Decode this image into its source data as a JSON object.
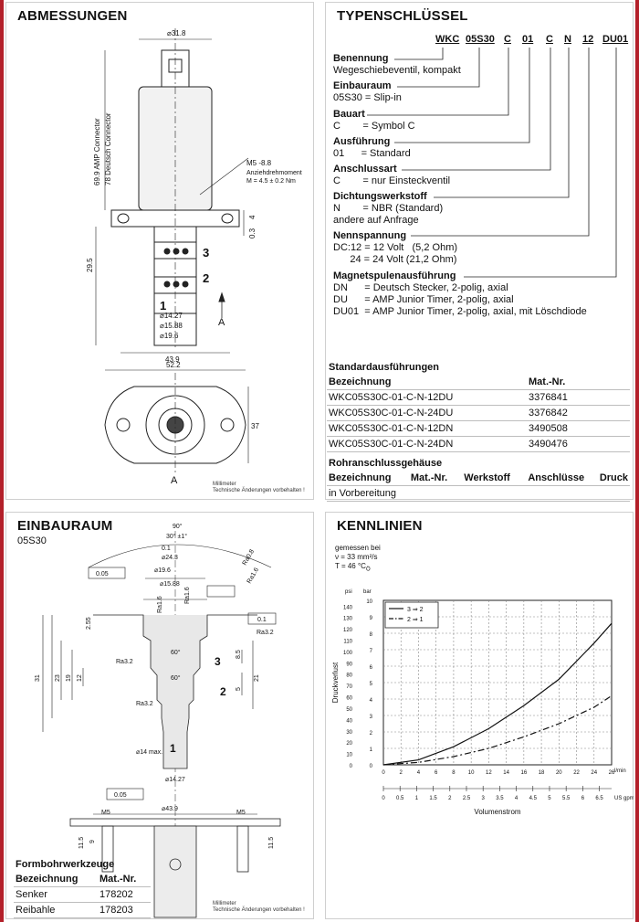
{
  "titles": {
    "abmessungen": "ABMESSUNGEN",
    "typenschluessel": "TYPENSCHLÜSSEL",
    "einbauraum": "EINBAURAUM",
    "einbauraum_sub": "05S30",
    "kennlinien": "KENNLINIEN"
  },
  "dim": {
    "d318": "⌀31.8",
    "amp": "69.9 AMP Connector",
    "deutsch": "78 Deutsch Connector",
    "m5": "M5 -8.8",
    "anzieh": "Anziehdrehmoment",
    "moment": "M = 4.5 ± 0.2 Nm",
    "d03": "0.3",
    "d4": "4",
    "d295": "29.5",
    "p3": "3",
    "p2": "2",
    "p1": "1",
    "d1427": "⌀14.27",
    "d1588": "⌀15.88",
    "d196": "⌀19.6",
    "d439": "43.9",
    "arrowA": "A",
    "d522": "52.2",
    "d37": "37",
    "viewA": "A",
    "note1": "Millimeter",
    "note2": "Technische Änderungen vorbehalten !"
  },
  "typekey": {
    "codes": [
      "WKC",
      "05S30",
      "C",
      "01",
      "C",
      "N",
      "12",
      "DU01"
    ],
    "benennung_h": "Benennung",
    "benennung_v": "Wegeschiebeventil, kompakt",
    "einbauraum_h": "Einbauraum",
    "einbauraum_v": "05S30 = Slip-in",
    "bauart_h": "Bauart",
    "bauart_v": "C        = Symbol C",
    "ausfuehrung_h": "Ausführung",
    "ausfuehrung_v": "01      = Standard",
    "anschlussart_h": "Anschlussart",
    "anschlussart_v": "C        = nur Einsteckventil",
    "dichtung_h": "Dichtungswerkstoff",
    "dichtung_v1": "N        = NBR (Standard)",
    "dichtung_v2": "andere auf Anfrage",
    "nenn_h": "Nennspannung",
    "nenn_v1": "DC:12 = 12 Volt   (5,2 Ohm)",
    "nenn_v2": "      24 = 24 Volt (21,2 Ohm)",
    "magnet_h": "Magnetspulenausführung",
    "magnet_v1": "DN      = Deutsch Stecker, 2-polig, axial",
    "magnet_v2": "DU      = AMP Junior Timer, 2-polig, axial",
    "magnet_v3": "DU01  = AMP Junior Timer, 2-polig, axial, mit Löschdiode"
  },
  "standard": {
    "caption": "Standardausführungen",
    "headers": [
      "Bezeichnung",
      "Mat.-Nr."
    ],
    "rows": [
      [
        "WKC05S30C-01-C-N-12DU",
        "3376841"
      ],
      [
        "WKC05S30C-01-C-N-24DU",
        "3376842"
      ],
      [
        "WKC05S30C-01-C-N-12DN",
        "3490508"
      ],
      [
        "WKC05S30C-01-C-N-24DN",
        "3490476"
      ]
    ]
  },
  "rohr": {
    "caption": "Rohranschlussgehäuse",
    "headers": [
      "Bezeichnung",
      "Mat.-Nr.",
      "Werkstoff",
      "Anschlüsse",
      "Druck"
    ],
    "row": "in Vorbereitung"
  },
  "cavity": {
    "a90": "90°",
    "a30": "30° ±1°",
    "tol01a": "0.1",
    "d243": "⌀24.3",
    "tol005a": "0.05",
    "d196": "⌀19.6",
    "d1588": "⌀15.88",
    "ra16a": "Ra1.6",
    "ra16b": "Ra1.6",
    "ra16c": "Ra1.6",
    "ra08": "Ra0.8",
    "ra32a": "Ra3.2",
    "ra32b": "Ra3.2",
    "ra32c": "Ra3.2",
    "tol01b": "0.1",
    "a60a": "60°",
    "a60b": "60°",
    "d255": "2.55",
    "d12": "12",
    "d19": "19",
    "d23": "23",
    "d31": "31",
    "d21": "21",
    "d85": "8.5",
    "d5": "5",
    "p3": "3",
    "p2": "2",
    "p1": "1",
    "d14max": "⌀14 max.",
    "d1427": "⌀14.27",
    "tol005b": "0.05",
    "d439": "⌀43.9",
    "m5a": "M5",
    "m5b": "M5",
    "d115a": "11.5",
    "d115b": "11.5",
    "d9": "9"
  },
  "tools": {
    "caption": "Formbohrwerkzeuge",
    "headers": [
      "Bezeichnung",
      "Mat.-Nr."
    ],
    "rows": [
      [
        "Senker",
        "178202"
      ],
      [
        "Reibahle",
        "178203"
      ]
    ]
  },
  "chart_data": {
    "type": "line",
    "conditions": [
      "gemessen bei",
      "ν = 33 mm²/s",
      "T  = 46 °C"
    ],
    "temp_sub": "Ö",
    "ylabel": "Druckverlust",
    "xlabel": "Volumenstrom",
    "y_left_unit": "psi",
    "y_right_unit": "bar",
    "x_unit_top": "l/min",
    "x_unit_bottom": "US gpm",
    "xlim": [
      0,
      26
    ],
    "ylim": [
      0,
      10
    ],
    "x_ticks": [
      "0",
      "2",
      "4",
      "6",
      "8",
      "10",
      "12",
      "14",
      "16",
      "18",
      "20",
      "22",
      "24",
      "26"
    ],
    "x_ticks_gpm": [
      "0",
      "0.5",
      "1",
      "1.5",
      "2",
      "2.5",
      "3",
      "3.5",
      "4",
      "4.5",
      "5",
      "5.5",
      "6",
      "6.5"
    ],
    "y_ticks_bar": [
      "0",
      "1",
      "2",
      "3",
      "4",
      "5",
      "6",
      "7",
      "8",
      "9",
      "10"
    ],
    "y_ticks_psi": [
      "0",
      "10",
      "20",
      "30",
      "40",
      "50",
      "60",
      "70",
      "80",
      "90",
      "100",
      "110",
      "120",
      "130",
      "140"
    ],
    "series": [
      {
        "name": "3 ⇒ 2",
        "style": "solid",
        "x": [
          0,
          4,
          8,
          12,
          16,
          20,
          24,
          26
        ],
        "y": [
          0,
          0.3,
          1.1,
          2.2,
          3.6,
          5.2,
          7.4,
          8.6
        ]
      },
      {
        "name": "2 ⇒ 1",
        "style": "dashdot",
        "x": [
          0,
          4,
          8,
          12,
          16,
          20,
          24,
          26
        ],
        "y": [
          0,
          0.15,
          0.5,
          1.0,
          1.7,
          2.5,
          3.5,
          4.2
        ]
      }
    ]
  }
}
